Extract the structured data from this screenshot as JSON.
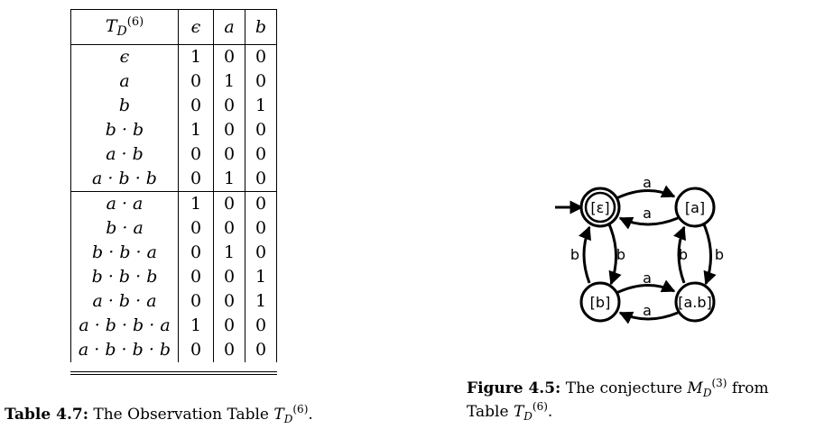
{
  "table": {
    "header": {
      "title_base": "T",
      "title_sub": "D",
      "title_sup": "(6)",
      "columns": [
        "ϵ",
        "a",
        "b"
      ]
    },
    "upper_rows": [
      {
        "label": "ϵ",
        "values": [
          "1",
          "0",
          "0"
        ]
      },
      {
        "label": "a",
        "values": [
          "0",
          "1",
          "0"
        ]
      },
      {
        "label": "b",
        "values": [
          "0",
          "0",
          "1"
        ]
      },
      {
        "label": "b · b",
        "values": [
          "1",
          "0",
          "0"
        ]
      },
      {
        "label": "a · b",
        "values": [
          "0",
          "0",
          "0"
        ]
      },
      {
        "label": "a · b · b",
        "values": [
          "0",
          "1",
          "0"
        ]
      }
    ],
    "lower_rows": [
      {
        "label": "a · a",
        "values": [
          "1",
          "0",
          "0"
        ]
      },
      {
        "label": "b · a",
        "values": [
          "0",
          "0",
          "0"
        ]
      },
      {
        "label": "b · b · a",
        "values": [
          "0",
          "1",
          "0"
        ]
      },
      {
        "label": "b · b · b",
        "values": [
          "0",
          "0",
          "1"
        ]
      },
      {
        "label": "a · b · a",
        "values": [
          "0",
          "0",
          "1"
        ]
      },
      {
        "label": "a · b · b · a",
        "values": [
          "1",
          "0",
          "0"
        ]
      },
      {
        "label": "a · b · b · b",
        "values": [
          "0",
          "0",
          "0"
        ]
      }
    ]
  },
  "table_caption": {
    "label": "Table 4.7:",
    "text": "The Observation Table",
    "sym": "T",
    "sub": "D",
    "sup": "(6)",
    "end": "."
  },
  "figure_caption": {
    "label": "Figure 4.5:",
    "text": "The conjecture",
    "sym": "M",
    "sub": "D",
    "sup": "(3)",
    "from": "from",
    "line2_text": "Table",
    "line2_sym": "T",
    "line2_sub": "D",
    "line2_sup": "(6)",
    "end": "."
  },
  "automaton": {
    "states": {
      "eps": "[ε]",
      "a": "[a]",
      "b": "[b]",
      "ab": "[a.b]"
    },
    "edge_labels": {
      "top_upper": "a",
      "top_lower": "a",
      "bottom_upper": "a",
      "bottom_lower": "a",
      "left_outer": "b",
      "left_inner": "b",
      "right_inner": "b",
      "right_outer": "b"
    }
  }
}
